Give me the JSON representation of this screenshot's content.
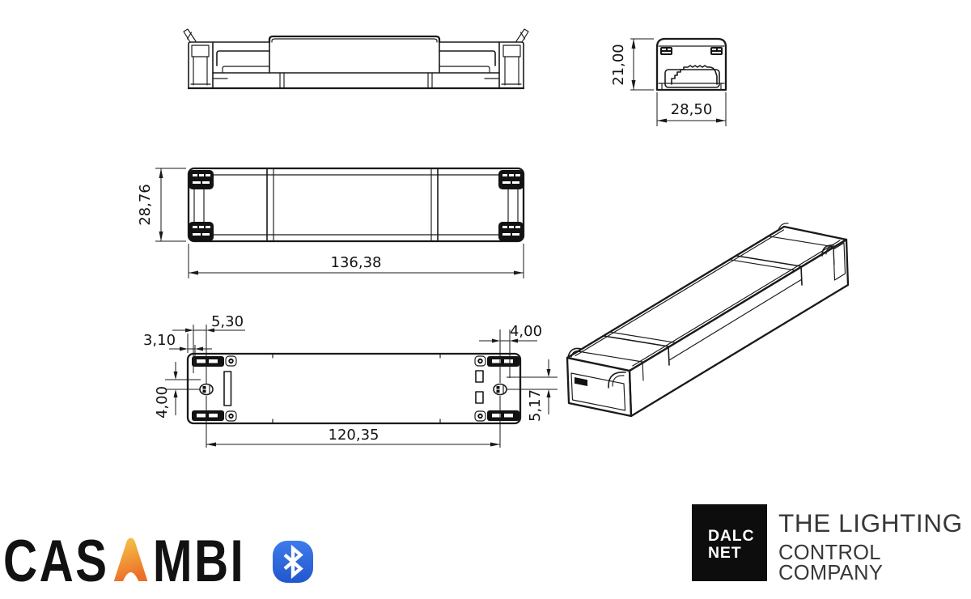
{
  "drawing": {
    "dims": {
      "end_height": "21,00",
      "end_width": "28,50",
      "top_depth": "28,76",
      "top_length": "136,38",
      "bottom_slot_offset": "5,30",
      "bottom_edge_offset": "3,10",
      "bottom_left_hole_offset": "4,00",
      "bottom_mount_span": "120,35",
      "bottom_right_hole_offset": "4,00",
      "bottom_right_hole_height": "5,17"
    },
    "line_color": "#1a1a1a"
  },
  "branding": {
    "casambi": {
      "prefix": "CAS",
      "accent_letter": "A",
      "suffix": "MBI",
      "accent_color_top": "#F6C94A",
      "accent_color_bottom": "#EC6F2A",
      "bluetooth_color": "#2D6BE4"
    },
    "dalcnet": {
      "box_line1": "DALC",
      "box_line2": "NET",
      "tagline_line1": "THE LIGHTING",
      "tagline_line2": "CONTROL COMPANY",
      "box_bg": "#0D0D0D",
      "tagline_color": "#3A3737"
    }
  }
}
